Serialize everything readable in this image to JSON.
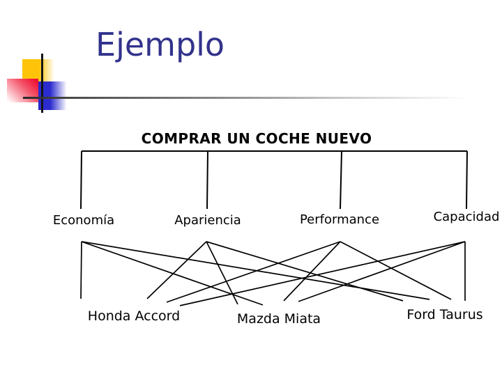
{
  "slide": {
    "title": "Ejemplo"
  },
  "hierarchy": {
    "goal": "COMPRAR UN COCHE NUEVO",
    "criteria": [
      "Economía",
      "Apariencia",
      "Performance",
      "Capacidad"
    ],
    "alternatives": [
      "Honda Accord",
      "Mazda Miata",
      "Ford Taurus"
    ],
    "edges": {
      "goal_to_criteria": [
        "Economía",
        "Apariencia",
        "Performance",
        "Capacidad"
      ],
      "criteria_to_alternatives": [
        [
          "Economía",
          "Honda Accord"
        ],
        [
          "Economía",
          "Mazda Miata"
        ],
        [
          "Economía",
          "Ford Taurus"
        ],
        [
          "Apariencia",
          "Honda Accord"
        ],
        [
          "Apariencia",
          "Mazda Miata"
        ],
        [
          "Apariencia",
          "Ford Taurus"
        ],
        [
          "Performance",
          "Honda Accord"
        ],
        [
          "Performance",
          "Mazda Miata"
        ],
        [
          "Performance",
          "Ford Taurus"
        ],
        [
          "Capacidad",
          "Honda Accord"
        ],
        [
          "Capacidad",
          "Mazda Miata"
        ],
        [
          "Capacidad",
          "Ford Taurus"
        ]
      ]
    }
  },
  "colors": {
    "title_text": "#32328C",
    "diagram_lines": "#000000",
    "decor_yellow": "#FFC409",
    "decor_red": "#EE1133",
    "decor_blue": "#2929CC",
    "rule_gradient_start": "#2B2B2B",
    "rule_gradient_end": "#F0F0F0"
  }
}
